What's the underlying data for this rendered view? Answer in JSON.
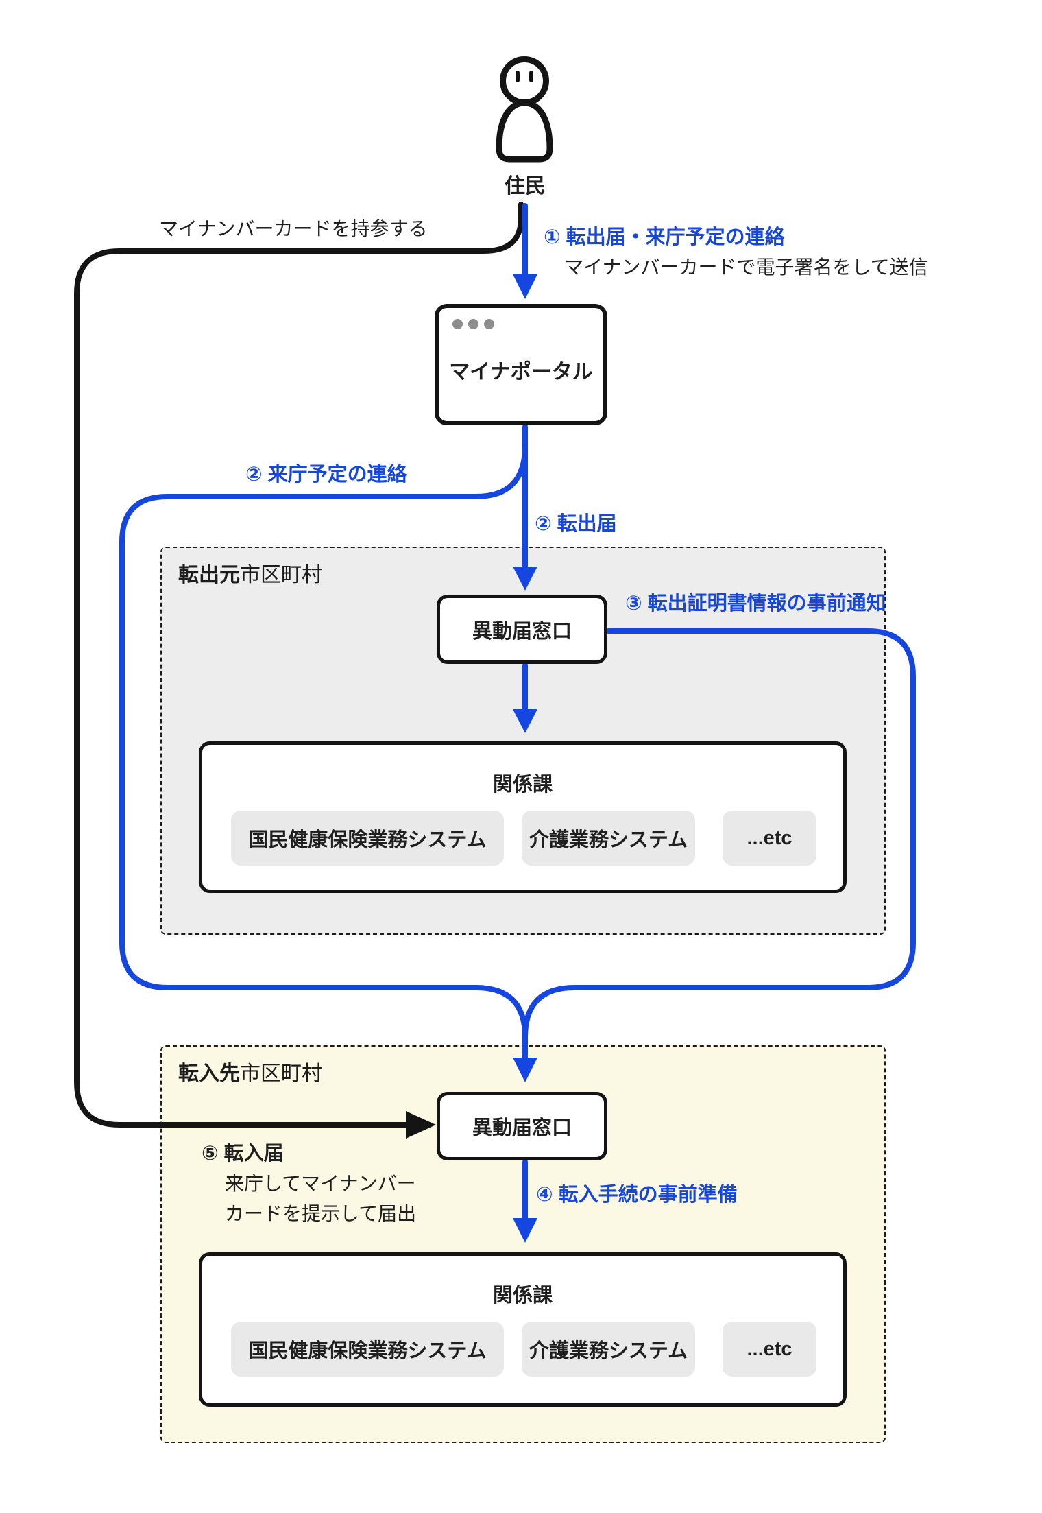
{
  "person": {
    "label": "住民"
  },
  "portal": {
    "title": "マイナポータル"
  },
  "icons": {
    "person": "person-icon",
    "browser_dots": "window-dots-icon",
    "arrows": "arrow-icon"
  },
  "steps": {
    "bring_card": {
      "label": "マイナンバーカードを持参する"
    },
    "step1": {
      "label": "① 転出届・来庁予定の連絡",
      "sub": "マイナンバーカードで電子署名をして送信"
    },
    "step2_visit": {
      "label": "② 来庁予定の連絡"
    },
    "step2_moveout": {
      "label": "② 転出届"
    },
    "step3": {
      "label": "③ 転出証明書情報の事前通知"
    },
    "step4": {
      "label": "④ 転入手続の事前準備"
    },
    "step5": {
      "label": "⑤ 転入届",
      "sub1": "来庁してマイナンバー",
      "sub2": "カードを提示して届出"
    }
  },
  "source_city": {
    "label_prefix": "転出元",
    "label_suffix": "市区町村",
    "reception": "異動届窓口",
    "dept": {
      "title": "関係課",
      "systems": [
        "国民健康保険業務システム",
        "介護業務システム",
        "...etc"
      ]
    }
  },
  "dest_city": {
    "label_prefix": "転入先",
    "label_suffix": "市区町村",
    "reception": "異動届窓口",
    "dept": {
      "title": "関係課",
      "systems": [
        "国民健康保険業務システム",
        "介護業務システム",
        "...etc"
      ]
    }
  },
  "colors": {
    "accent_blue": "#1546e0",
    "line_black": "#141414",
    "source_bg": "#ededed",
    "dest_bg": "#fbf9e3",
    "pill_bg": "#e9e9e9"
  }
}
